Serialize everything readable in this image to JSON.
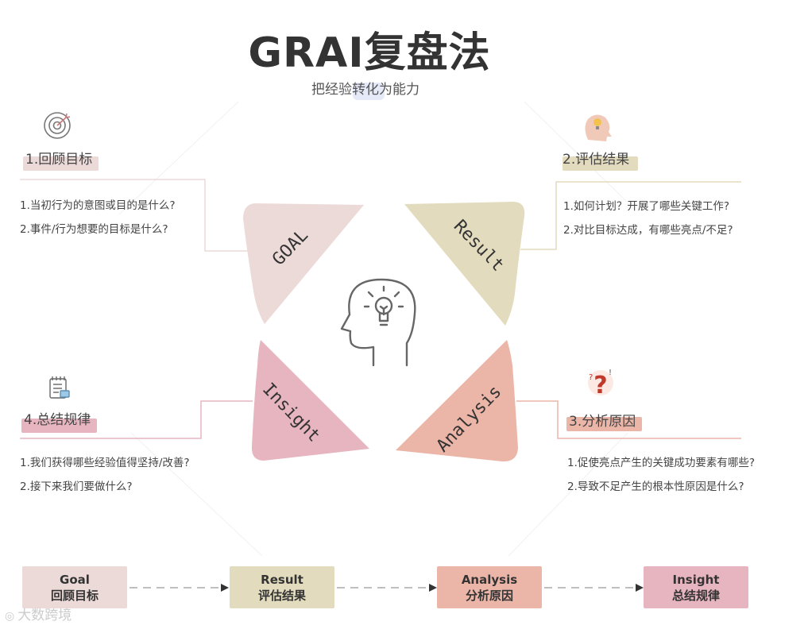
{
  "title": "GRAI复盘法",
  "subtitle": "把经验转化为能力",
  "colors": {
    "goal": "#ecdad8",
    "result": "#e3dbbe",
    "analysis": "#ebb5a7",
    "insight": "#e7b5c0",
    "connector": "#e8d2d0",
    "text": "#333333"
  },
  "center_icon": "head-lightbulb-icon",
  "wedges": {
    "goal": "GOAL",
    "result": "Result",
    "analysis": "Analysis",
    "insight": "Insight"
  },
  "sections": {
    "goal": {
      "icon": "target-icon",
      "title": "1.回顾目标",
      "questions": [
        "1.当初行为的意图或目的是什么?",
        "2.事件/行为想要的目标是什么?"
      ]
    },
    "result": {
      "icon": "lightbulb-head-icon",
      "title": "2.评估结果",
      "questions": [
        "1.如何计划？开展了哪些关键工作?",
        "2.对比目标达成，有哪些亮点/不足?"
      ]
    },
    "analysis": {
      "icon": "question-person-icon",
      "title": "3.分析原因",
      "questions": [
        "1.促使亮点产生的关键成功要素有哪些?",
        "2.导致不足产生的根本性原因是什么?"
      ]
    },
    "insight": {
      "icon": "notebook-icon",
      "title": "4.总结规律",
      "questions": [
        "1.我们获得哪些经验值得坚持/改善?",
        "2.接下来我们要做什么?"
      ]
    }
  },
  "flow": [
    {
      "en": "Goal",
      "zh": "回顾目标"
    },
    {
      "en": "Result",
      "zh": "评估结果"
    },
    {
      "en": "Analysis",
      "zh": "分析原因"
    },
    {
      "en": "Insight",
      "zh": "总结规律"
    }
  ],
  "watermark": "大数跨境"
}
